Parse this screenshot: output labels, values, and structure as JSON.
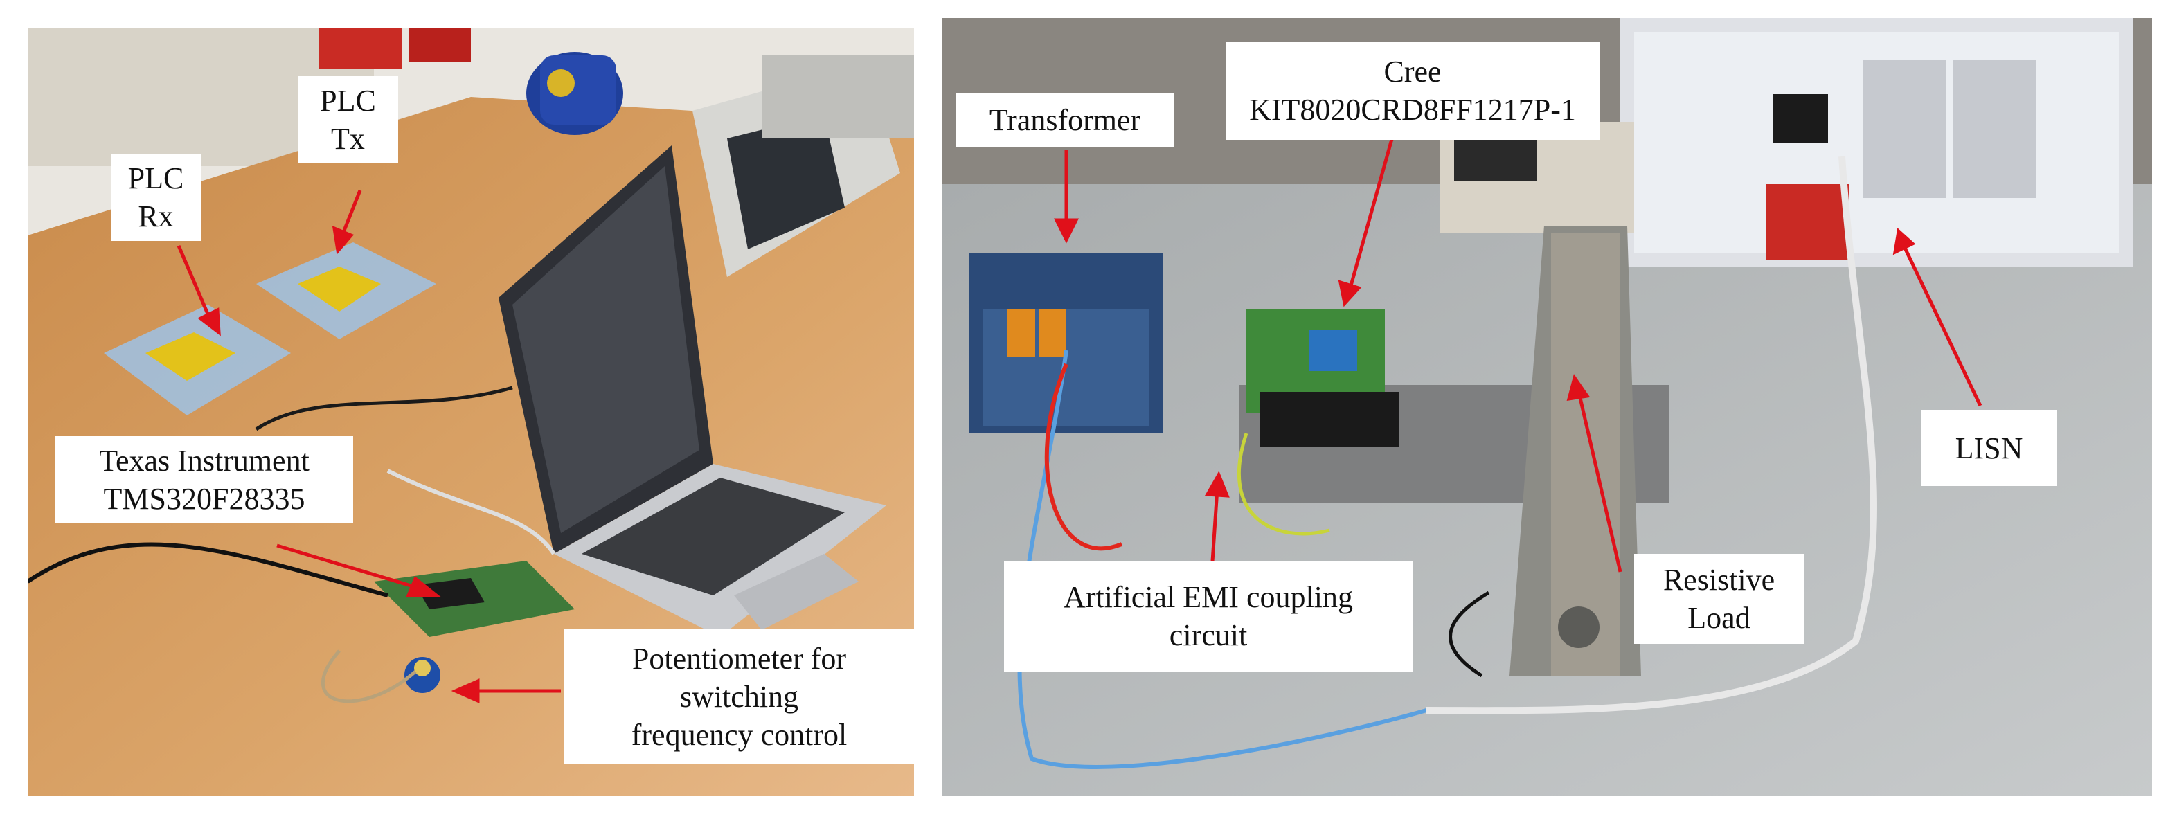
{
  "left_panel": {
    "labels": {
      "plc_rx": [
        "PLC",
        "Rx"
      ],
      "plc_tx": [
        "PLC",
        "Tx"
      ],
      "dsp": [
        "Texas Instrument",
        "TMS320F28335"
      ],
      "potentiometer": [
        "Potentiometer for",
        "switching",
        "frequency control"
      ]
    }
  },
  "right_panel": {
    "labels": {
      "transformer": [
        "Transformer"
      ],
      "cree": [
        "Cree",
        "KIT8020CRD8FF1217P-1"
      ],
      "emi": [
        "Artificial EMI coupling",
        "circuit"
      ],
      "load": [
        "Resistive",
        "Load"
      ],
      "lisn": [
        "LISN"
      ]
    }
  },
  "colors": {
    "arrow": "#e0101a",
    "label_bg": "#ffffff"
  }
}
